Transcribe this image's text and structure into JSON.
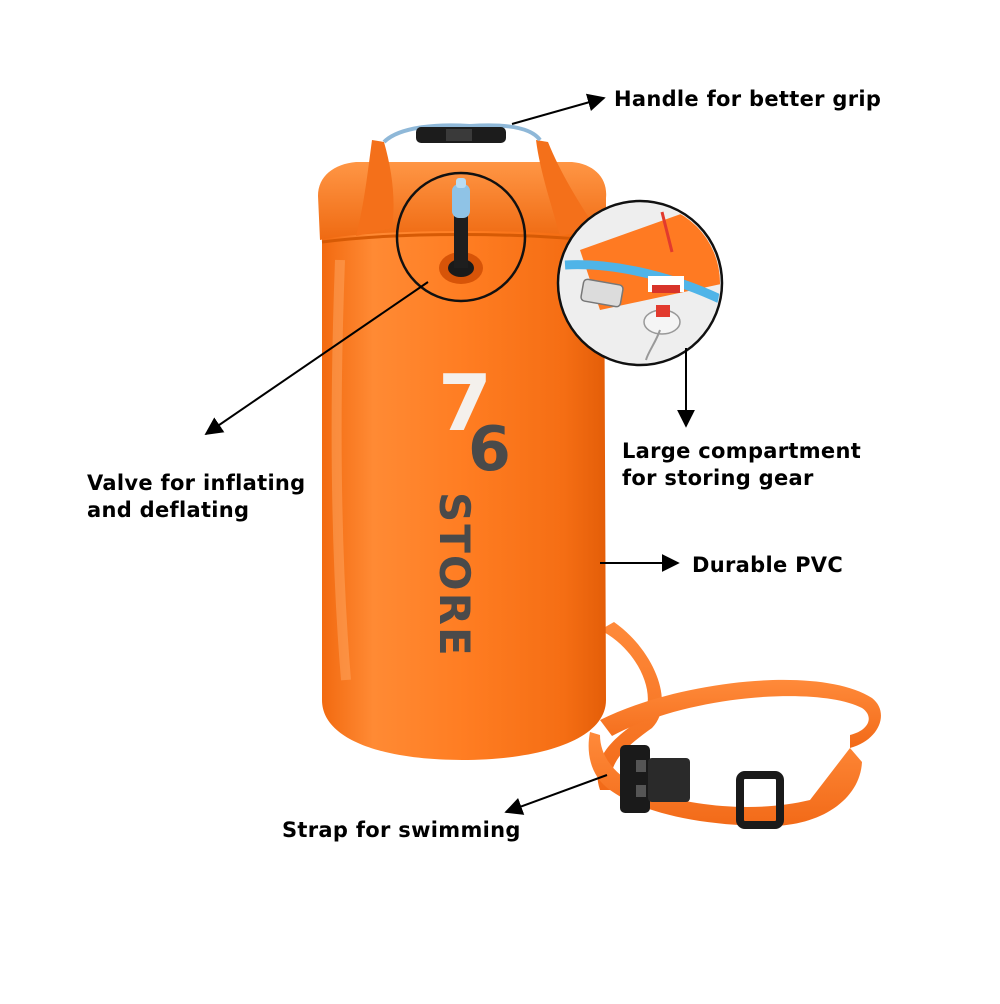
{
  "brand": {
    "logo_text": "76 STORE",
    "primary_color": "#ff7a1f",
    "strap_color": "#ff8030",
    "logo_color": "#4a4a4a"
  },
  "callouts": {
    "handle": "Handle for better grip",
    "valve_line1": "Valve for inflating",
    "valve_line2": "and deflating",
    "compartment_line1": "Large compartment",
    "compartment_line2": "for storing gear",
    "pvc": "Durable PVC",
    "strap": "Strap for swimming"
  }
}
